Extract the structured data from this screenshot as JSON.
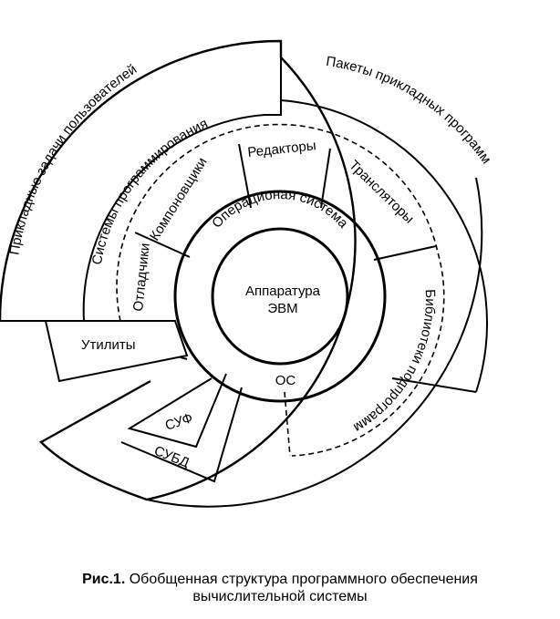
{
  "diagram": {
    "hardware_line1": "Аппаратура",
    "hardware_line2": "ЭВМ",
    "os_full": "Операционая система",
    "os_short": "ОС",
    "editors": "Редакторы",
    "translators": "Трансляторы",
    "linkers": "Компоновщики",
    "debuggers": "Отладчики",
    "libraries": "Библиотеки подпрограмм",
    "programming_systems": "Системы программирования",
    "utilities": "Утилиты",
    "suf": "СУФ",
    "subd": "СУБД",
    "app_packages": "Пакеты прикладных программ",
    "user_tasks": "Прикладные задачи пользователей"
  },
  "caption": {
    "figure_label": "Рис.1.",
    "line1": "Обобщенная структура программного обеспечения",
    "line2": "вычислительной системы"
  }
}
